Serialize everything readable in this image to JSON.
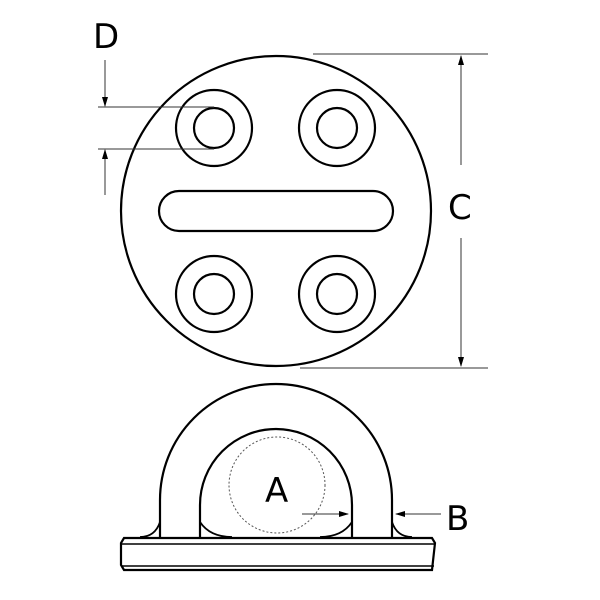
{
  "diagram": {
    "type": "technical-drawing",
    "subject": "round pad eye with mounting holes",
    "views": [
      {
        "name": "top-view",
        "features": [
          "circular base plate",
          "4 countersunk mounting holes",
          "center slot"
        ]
      },
      {
        "name": "side-view",
        "features": [
          "loop eye",
          "base plate",
          "dotted circle indicating inner diameter"
        ]
      }
    ],
    "labels": {
      "A": "A",
      "B": "B",
      "C": "C",
      "D": "D"
    },
    "dimensions": {
      "A": "inner loop diameter",
      "B": "loop wire thickness",
      "C": "base plate diameter",
      "D": "mounting hole diameter"
    },
    "colors": {
      "line": "#000000",
      "dimension_line": "#333333",
      "background": "#ffffff"
    }
  }
}
